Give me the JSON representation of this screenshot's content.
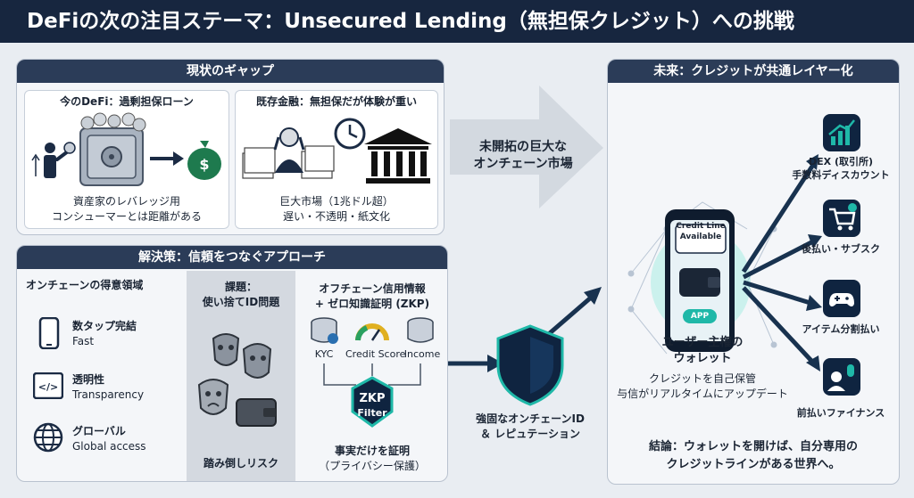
{
  "title": "DeFiの次の注目ステーマ：Unsecured Lending（無担保クレジット）への挑戦",
  "gap": {
    "heading": "現状のギャップ",
    "defi_title": "今のDeFi：過剰担保ローン",
    "defi_desc_1": "資産家のレバレッジ用",
    "defi_desc_2": "コンシューマーとは距離がある",
    "trad_title": "既存金融：無担保だが体験が重い",
    "trad_desc_1": "巨大市場（1兆ドル超）",
    "trad_desc_2": "遅い・不透明・紙文化"
  },
  "big_arrow": {
    "line1": "未開拓の巨大な",
    "line2": "オンチェーン市場"
  },
  "solution": {
    "heading": "解決策：信頼をつなぐアプローチ",
    "strengths_title": "オンチェーンの得意領域",
    "strengths": [
      {
        "jp": "数タップ完結",
        "en": "Fast"
      },
      {
        "jp": "透明性",
        "en": "Transparency"
      },
      {
        "jp": "グローバル",
        "en": "Global access"
      }
    ],
    "issue_title_1": "課題：",
    "issue_title_2": "使い捨てID問題",
    "issue_footer": "踏み倒しリスク",
    "zkp_title_1": "オフチェーン信用情報",
    "zkp_title_2": "+ ゼロ知識証明 (ZKP)",
    "sources": [
      "KYC",
      "Credit Score",
      "Income"
    ],
    "zkp_label_1": "ZKP",
    "zkp_label_2": "Filter",
    "zkp_footer_1": "事実だけを証明",
    "zkp_footer_2": "（プライバシー保護）"
  },
  "shield": {
    "line1": "強固なオンチェーンID",
    "line2": "＆ レピュテーション"
  },
  "future": {
    "heading": "未来：クレジットが共通レイヤー化",
    "bubble_1": "Credit Line",
    "bubble_2": "Available",
    "app_label": "APP",
    "wallet_title_1": "ユーザー主権の",
    "wallet_title_2": "ウォレット",
    "wallet_desc_1": "クレジットを自己保管",
    "wallet_desc_2": "与信がリアルタイムにアップデート",
    "uses": [
      {
        "line1": "DEX (取引所)",
        "line2": "手数料ディスカウント",
        "icon": "chart-icon"
      },
      {
        "line1": "後払い・サブスク",
        "line2": "",
        "icon": "cart-icon"
      },
      {
        "line1": "アイテム分割払い",
        "line2": "",
        "icon": "gamepad-icon"
      },
      {
        "line1": "前払いファイナンス",
        "line2": "",
        "icon": "mic-icon"
      }
    ],
    "conclusion_1": "結論：ウォレットを開けば、自分専用の",
    "conclusion_2": "クレジットラインがある世界へ。"
  },
  "colors": {
    "navy": "#17263f",
    "panel_head": "#2b3c58",
    "teal": "#1fb8a8",
    "accent": "#18324f"
  }
}
